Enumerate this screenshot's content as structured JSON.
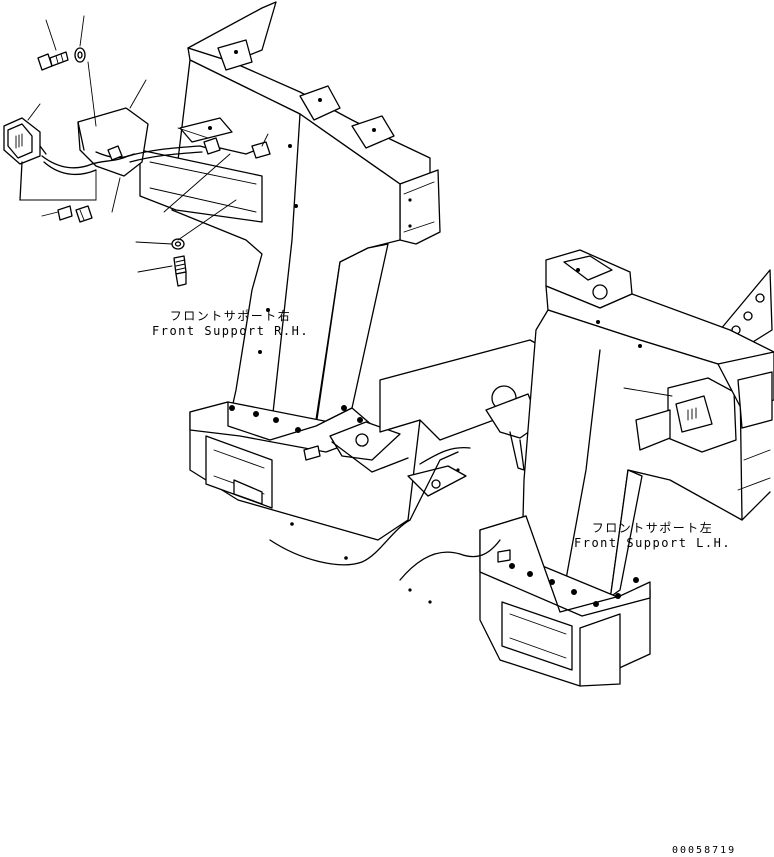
{
  "labels": {
    "right": {
      "jp": "フロントサポート右",
      "en": "Front Support R.H."
    },
    "left": {
      "jp": "フロントサポート左",
      "en": "Front Support L.H."
    }
  },
  "drawing_id": "00058719"
}
